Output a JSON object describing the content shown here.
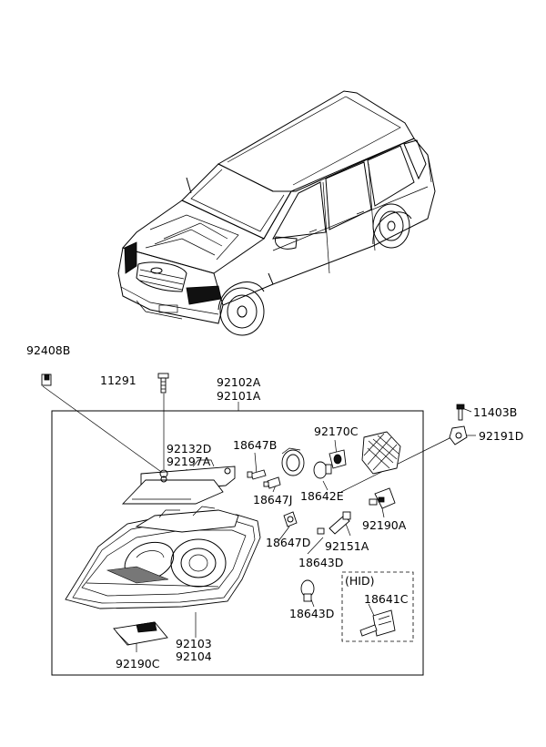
{
  "labels": {
    "p92408B": "92408B",
    "p11291": "11291",
    "p92102A": "92102A",
    "p92101A": "92101A",
    "p11403B": "11403B",
    "p92191D": "92191D",
    "p92132D": "92132D",
    "p92197A": "92197A",
    "p18647B": "18647B",
    "p92170C": "92170C",
    "p18647J": "18647J",
    "p18642E": "18642E",
    "p92190A": "92190A",
    "p18647D": "18647D",
    "p92151A": "92151A",
    "p18643D_a": "18643D",
    "p18643D_b": "18643D",
    "hid": "(HID)",
    "p18641C": "18641C",
    "p92103": "92103",
    "p92104": "92104",
    "p92190C": "92190C"
  }
}
